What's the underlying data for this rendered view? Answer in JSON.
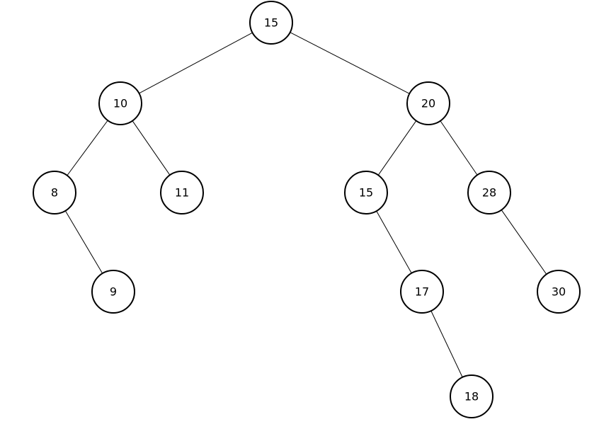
{
  "tree": {
    "nodes": [
      {
        "id": "root",
        "label": "15"
      },
      {
        "id": "n10",
        "label": "10"
      },
      {
        "id": "n20",
        "label": "20"
      },
      {
        "id": "n8",
        "label": "8"
      },
      {
        "id": "n11",
        "label": "11"
      },
      {
        "id": "n15b",
        "label": "15"
      },
      {
        "id": "n28",
        "label": "28"
      },
      {
        "id": "n9",
        "label": "9"
      },
      {
        "id": "n17",
        "label": "17"
      },
      {
        "id": "n30",
        "label": "30"
      },
      {
        "id": "n18",
        "label": "18"
      }
    ],
    "edges": [
      {
        "from": "root",
        "to": "n10"
      },
      {
        "from": "root",
        "to": "n20"
      },
      {
        "from": "n10",
        "to": "n8"
      },
      {
        "from": "n10",
        "to": "n11"
      },
      {
        "from": "n20",
        "to": "n15b"
      },
      {
        "from": "n20",
        "to": "n28"
      },
      {
        "from": "n8",
        "to": "n9"
      },
      {
        "from": "n15b",
        "to": "n17"
      },
      {
        "from": "n28",
        "to": "n30"
      },
      {
        "from": "n17",
        "to": "n18"
      }
    ]
  }
}
